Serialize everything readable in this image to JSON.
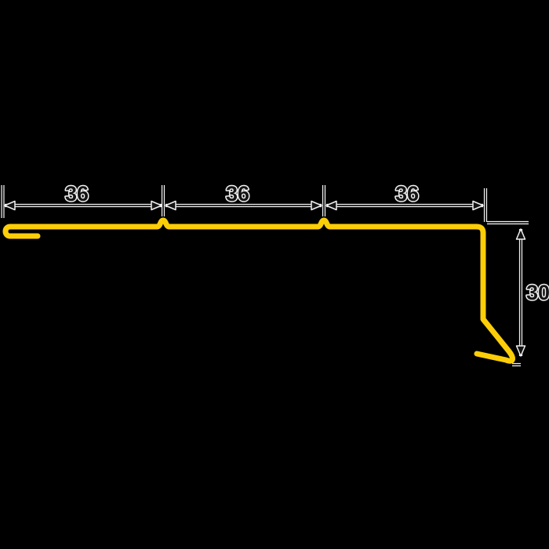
{
  "diagram": {
    "background_color": "#000000",
    "profile_color": "#fcce08",
    "dimension_ink_color": "#141414",
    "dimension_halo_color": "#f0f0f0",
    "top_dimensions": [
      {
        "label": "36",
        "value": 36
      },
      {
        "label": "36",
        "value": 36
      },
      {
        "label": "36",
        "value": 36
      }
    ],
    "side_dimension": {
      "label": "30",
      "value": 30
    }
  }
}
